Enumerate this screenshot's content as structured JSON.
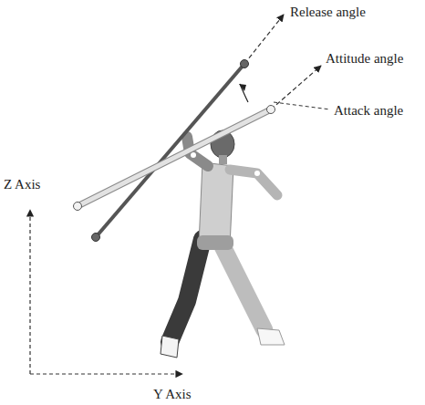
{
  "diagram": {
    "labels": [
      "Release angle",
      "Attitude angle",
      "Attack angle",
      "Z Axis",
      "Y Axis"
    ]
  }
}
